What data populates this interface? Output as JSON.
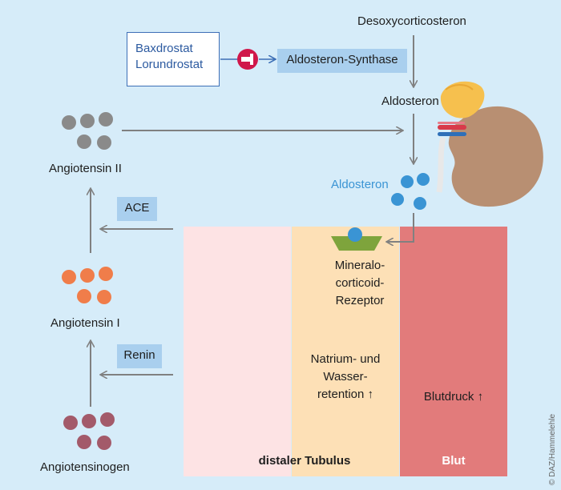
{
  "inhibitors": {
    "line1": "Baxdrostat",
    "line2": "Lorundrostat"
  },
  "enzymes": {
    "synthase": "Aldosteron-Synthase",
    "ace": "ACE",
    "renin": "Renin"
  },
  "molecules": {
    "desoxy": "Desoxycorticosteron",
    "aldosteron_top": "Aldosteron",
    "aldosteron_blue": "Aldosteron",
    "angiotensin2": "Angiotensin II",
    "angiotensin1": "Angiotensin I",
    "angiotensinogen": "Angiotensinogen"
  },
  "receptor": {
    "line1": "Mineralo-",
    "line2": "corticoid-",
    "line3": "Rezeptor"
  },
  "effects": {
    "natrium_line1": "Natrium- und",
    "natrium_line2": "Wasser-",
    "natrium_line3": "retention ↑",
    "blutdruck": "Blutdruck ↑"
  },
  "columns": {
    "tubulus": "distaler Tubulus",
    "blut": "Blut"
  },
  "credit": "© DAZ/Hammelehle",
  "colors": {
    "background": "#d6ecf9",
    "arrow": "#808080",
    "inhibitor_accent": "#d0174a",
    "aldosteron_dot": "#3a94d4",
    "angiotensin2_dot": "#8a8a8a",
    "angiotensin1_dot": "#f07d4a",
    "angiotensinogen_dot": "#a35a6a",
    "column_left": "#fde3e4",
    "column_tubulus": "#fde0b6",
    "column_blut": "#e27b7b",
    "receptor": "#7ea43c",
    "kidney": "#b88f72",
    "adrenal": "#f6c04e"
  }
}
